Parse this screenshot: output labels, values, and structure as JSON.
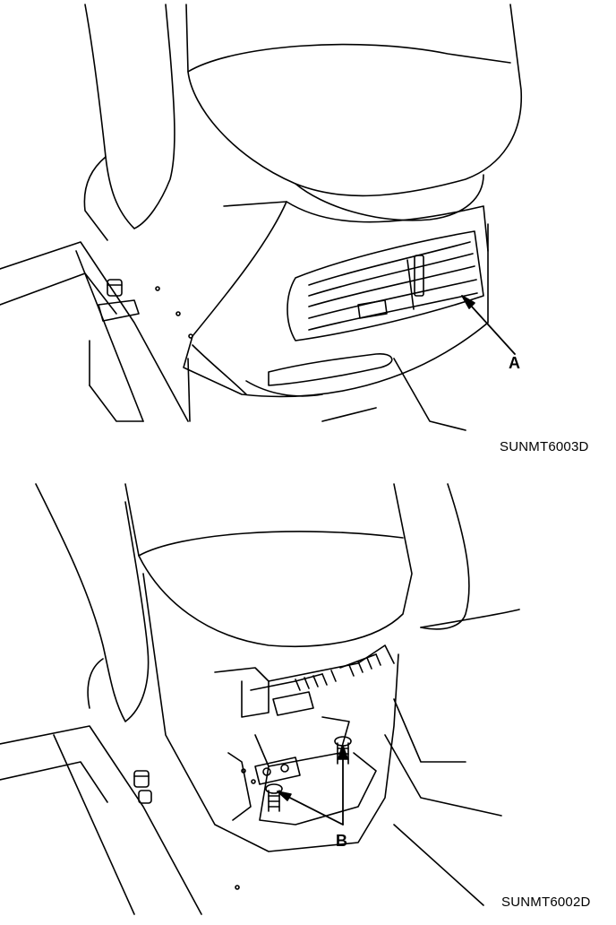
{
  "figures": [
    {
      "callout": "A",
      "code": "SUNMT6003D"
    },
    {
      "callout": "B",
      "code": "SUNMT6002D"
    }
  ]
}
